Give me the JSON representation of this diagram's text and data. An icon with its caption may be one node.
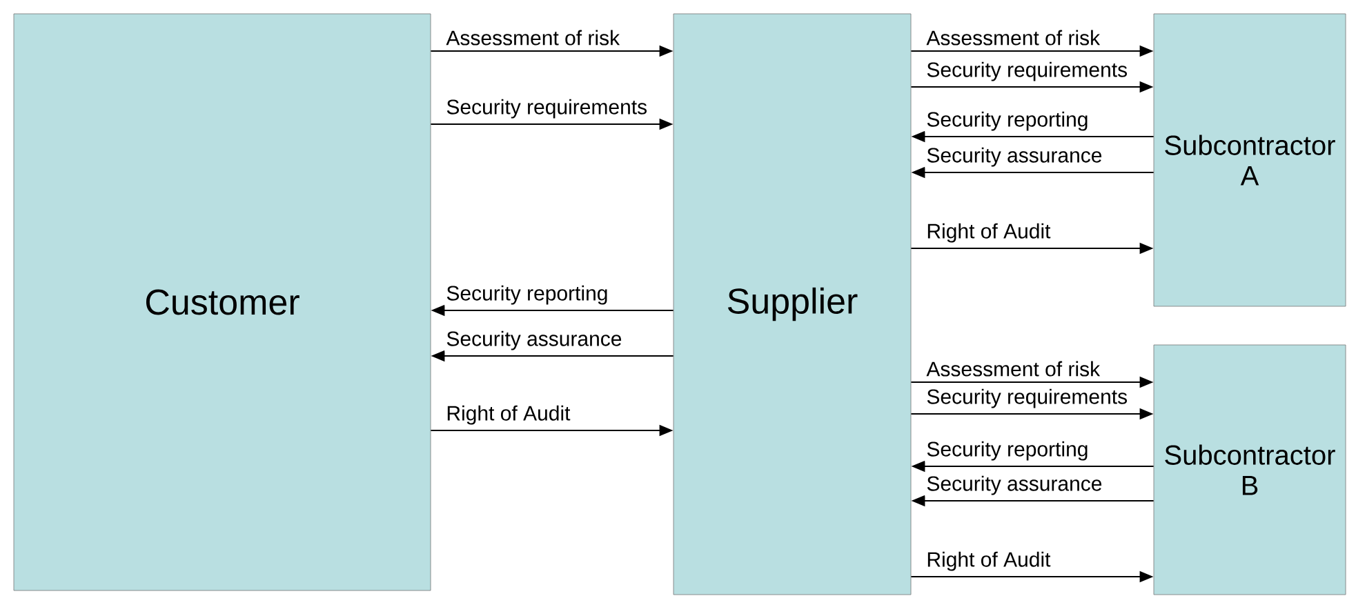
{
  "diagram": {
    "nodes": [
      {
        "text": [
          "Customer"
        ]
      },
      {
        "text": [
          "Supplier"
        ]
      },
      {
        "text": [
          "Subcontractor A"
        ]
      },
      {
        "text": [
          "Subcontractor B"
        ]
      }
    ],
    "edges": [
      {
        "from": 0,
        "to": 1,
        "arrow": "to",
        "label": "Assessment of risk"
      },
      {
        "from": 0,
        "to": 1,
        "arrow": "to",
        "label": "Security requirements"
      },
      {
        "from": 1,
        "to": 0,
        "arrow": "to",
        "label": "Security reporting"
      },
      {
        "from": 1,
        "to": 0,
        "arrow": "to",
        "label": "Security assurance"
      },
      {
        "from": 0,
        "to": 1,
        "arrow": "to",
        "label": "Right of Audit"
      },
      {
        "from": 1,
        "to": 2,
        "arrow": "to",
        "label": "Assessment of risk"
      },
      {
        "from": 1,
        "to": 2,
        "arrow": "to",
        "label": "Security requirements"
      },
      {
        "from": 2,
        "to": 1,
        "arrow": "to",
        "label": "Security reporting"
      },
      {
        "from": 2,
        "to": 1,
        "arrow": "to",
        "label": "Security assurance"
      },
      {
        "from": 1,
        "to": 2,
        "arrow": "to",
        "label": "Right of Audit"
      },
      {
        "from": 1,
        "to": 3,
        "arrow": "to",
        "label": "Assessment of risk"
      },
      {
        "from": 1,
        "to": 3,
        "arrow": "to",
        "label": "Security requirements"
      },
      {
        "from": 3,
        "to": 1,
        "arrow": "to",
        "label": "Security reporting"
      },
      {
        "from": 3,
        "to": 1,
        "arrow": "to",
        "label": "Security assurance"
      },
      {
        "from": 1,
        "to": 3,
        "arrow": "to",
        "label": "Right of Audit"
      }
    ]
  }
}
